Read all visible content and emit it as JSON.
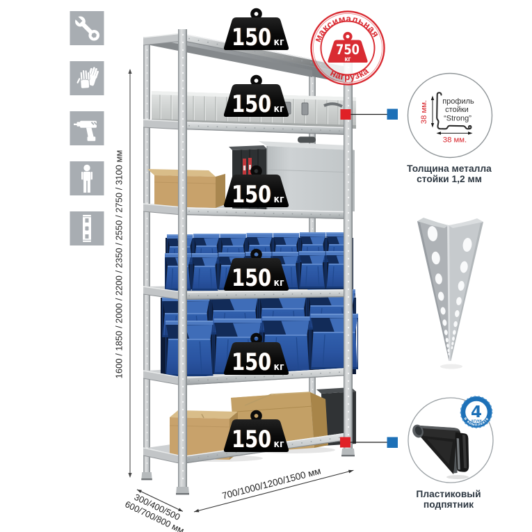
{
  "colors": {
    "accent_red": "#d8232a",
    "accent_blue": "#1d70b7",
    "icon_gray": "#a8adb2",
    "bin_blue": "#3467b4",
    "metal_gray": "#d3d6d7",
    "text_dark": "#222222",
    "caption_dark": "#2d3741"
  },
  "icons_panel": {
    "items": [
      {
        "id": "wrench"
      },
      {
        "id": "gloves"
      },
      {
        "id": "drill"
      },
      {
        "id": "person"
      },
      {
        "id": "level"
      }
    ]
  },
  "dimensions": {
    "height_label": "1600 / 1850 / 2000 / 2200 / 2350 / 2550 / 2750 / 3100 мм",
    "depth_label_line1": "300/400/500",
    "depth_label_line2": "600/700/800 мм",
    "width_label": "700/1000/1200/1500 мм"
  },
  "shelf_load": {
    "value": "150",
    "unit": "кг",
    "shelf_count": 6
  },
  "stamp": {
    "arc_top": "максимальная",
    "arc_bottom": "нагрузка",
    "value": "750",
    "unit": "кг"
  },
  "profile_callout": {
    "label_line1": "профиль",
    "label_line2": "стойки",
    "label_line3": "“Strong”",
    "vertical_dim": "38 мм.",
    "horizontal_dim": "38 мм.",
    "caption_line1": "Толщина металла",
    "caption_line2": "стойки 1,2 мм"
  },
  "foot_callout": {
    "badge_number": "4",
    "badge_unit": "штуки",
    "badge_arc": "в комплекте",
    "caption_line1": "Пластиковый",
    "caption_line2": "подпятник"
  }
}
